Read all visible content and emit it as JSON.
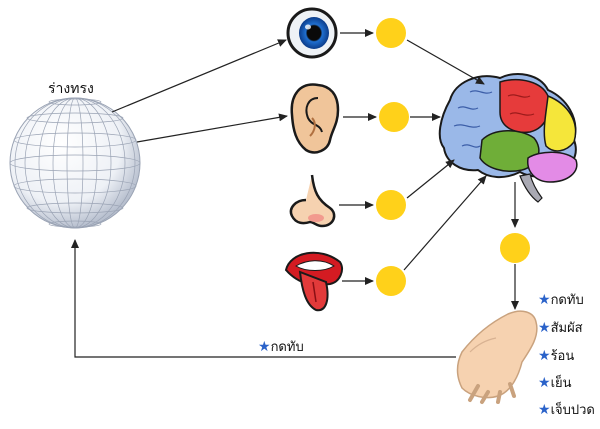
{
  "body_label": "ร่างทรง",
  "feedback_label": "กดทับ",
  "sensations": [
    "กดทับ",
    "สัมผัส",
    "ร้อน",
    "เย็น",
    "เจ็บปวด"
  ],
  "colors": {
    "signal_dot": "#ffd11a",
    "arrow": "#222222",
    "star": "#2a62c9",
    "sphere_grid": "#9aa3b4",
    "skin": "#f6d2b0",
    "lip": "#d41b22"
  },
  "icons": [
    "wireframe-sphere-icon",
    "eye-icon",
    "ear-icon",
    "nose-icon",
    "tongue-icon",
    "brain-icon",
    "hand-icon",
    "star-icon"
  ]
}
